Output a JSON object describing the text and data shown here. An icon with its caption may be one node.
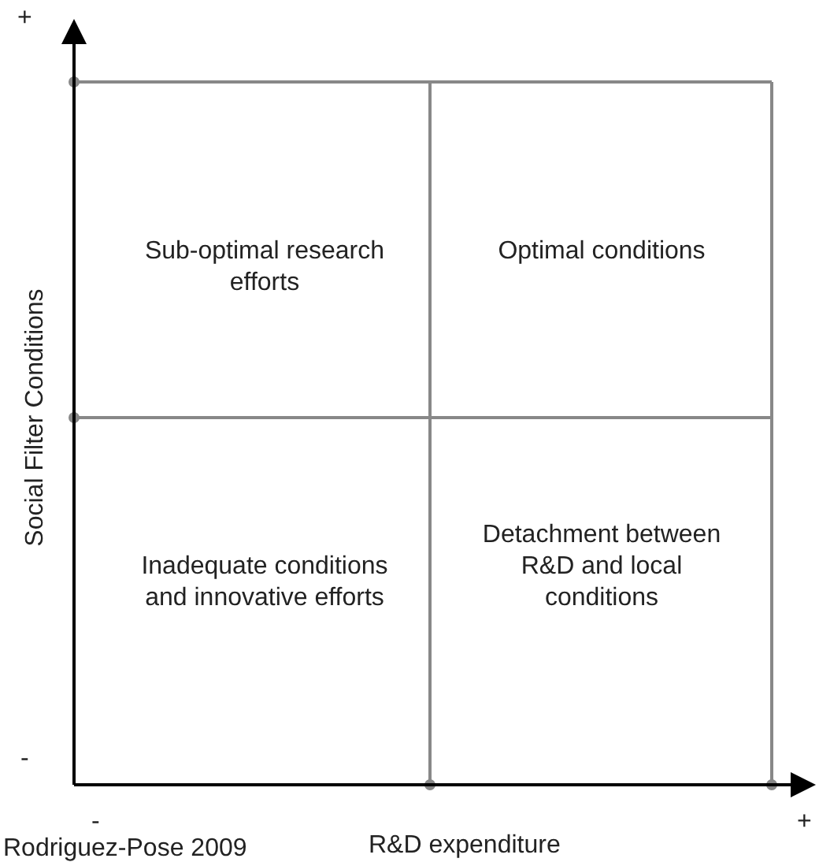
{
  "diagram": {
    "labels": [
      "+",
      "Social Filter Conditions",
      "Sub-optimal research efforts",
      "Optimal conditions",
      "Inadequate conditions and innovative efforts",
      "Detachment between R&D and local conditions",
      "-",
      "-",
      "Rodriguez-Pose 2009",
      "R&D expenditure",
      "+"
    ]
  }
}
